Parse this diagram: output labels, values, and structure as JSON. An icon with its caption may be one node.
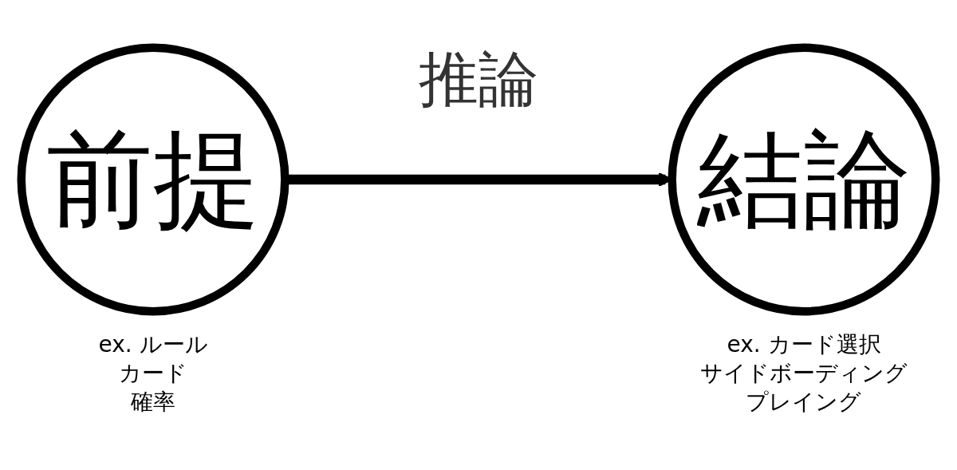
{
  "diagram": {
    "nodes": [
      {
        "text": [
          "前提"
        ],
        "beside": [
          "ex. ルール",
          "カード",
          "確率"
        ]
      },
      {
        "text": [
          "結論"
        ],
        "beside": [
          "ex. カード選択",
          "サイドボーディング",
          "プレイング"
        ]
      }
    ],
    "edges": [
      {
        "from": 0,
        "to": 1,
        "arrow": "to",
        "label": "推論"
      }
    ]
  }
}
